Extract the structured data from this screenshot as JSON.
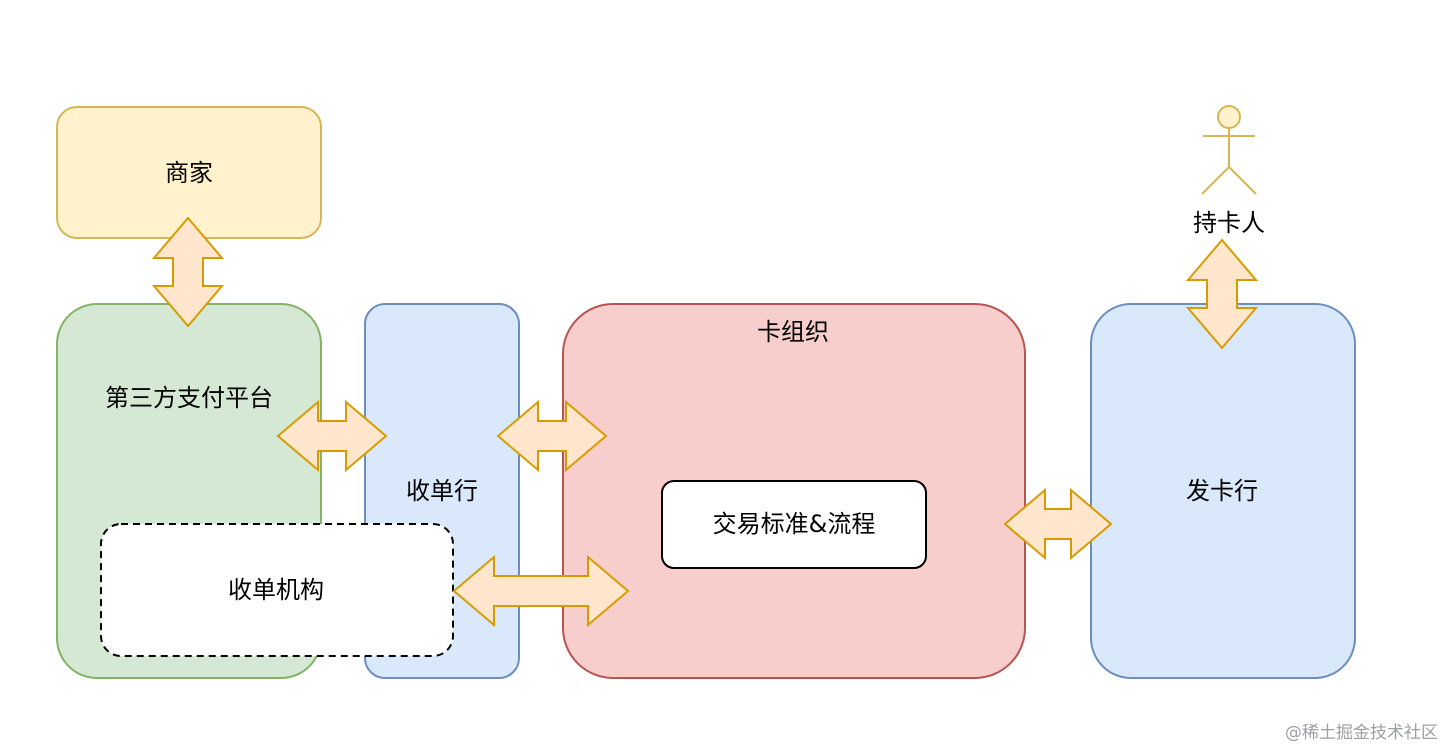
{
  "nodes": {
    "merchant": {
      "label": "商家",
      "fill": "#fff2cc",
      "stroke": "#d6b656"
    },
    "third_party": {
      "label": "第三方支付平台",
      "fill": "#d5e8d4",
      "stroke": "#82b366"
    },
    "acquirer_bank": {
      "label": "收单行",
      "fill": "#dae8fc",
      "stroke": "#6c8ebf"
    },
    "acquiring_institution": {
      "label": "收单机构",
      "fill": "#ffffff",
      "stroke": "#000000",
      "border": "dashed"
    },
    "card_org": {
      "label": "卡组织",
      "fill": "#f8cecc",
      "stroke": "#b85450"
    },
    "standard": {
      "label": "交易标准&流程",
      "fill": "#ffffff",
      "stroke": "#000000"
    },
    "issuer_bank": {
      "label": "发卡行",
      "fill": "#dae8fc",
      "stroke": "#6c8ebf"
    },
    "cardholder": {
      "label": "持卡人",
      "icon": "person-icon",
      "stroke": "#d6b656"
    }
  },
  "arrows": {
    "fill": "#ffe6cc",
    "stroke": "#d79b00",
    "style": "double-headed-block"
  },
  "watermark": "@稀土掘金技术社区"
}
